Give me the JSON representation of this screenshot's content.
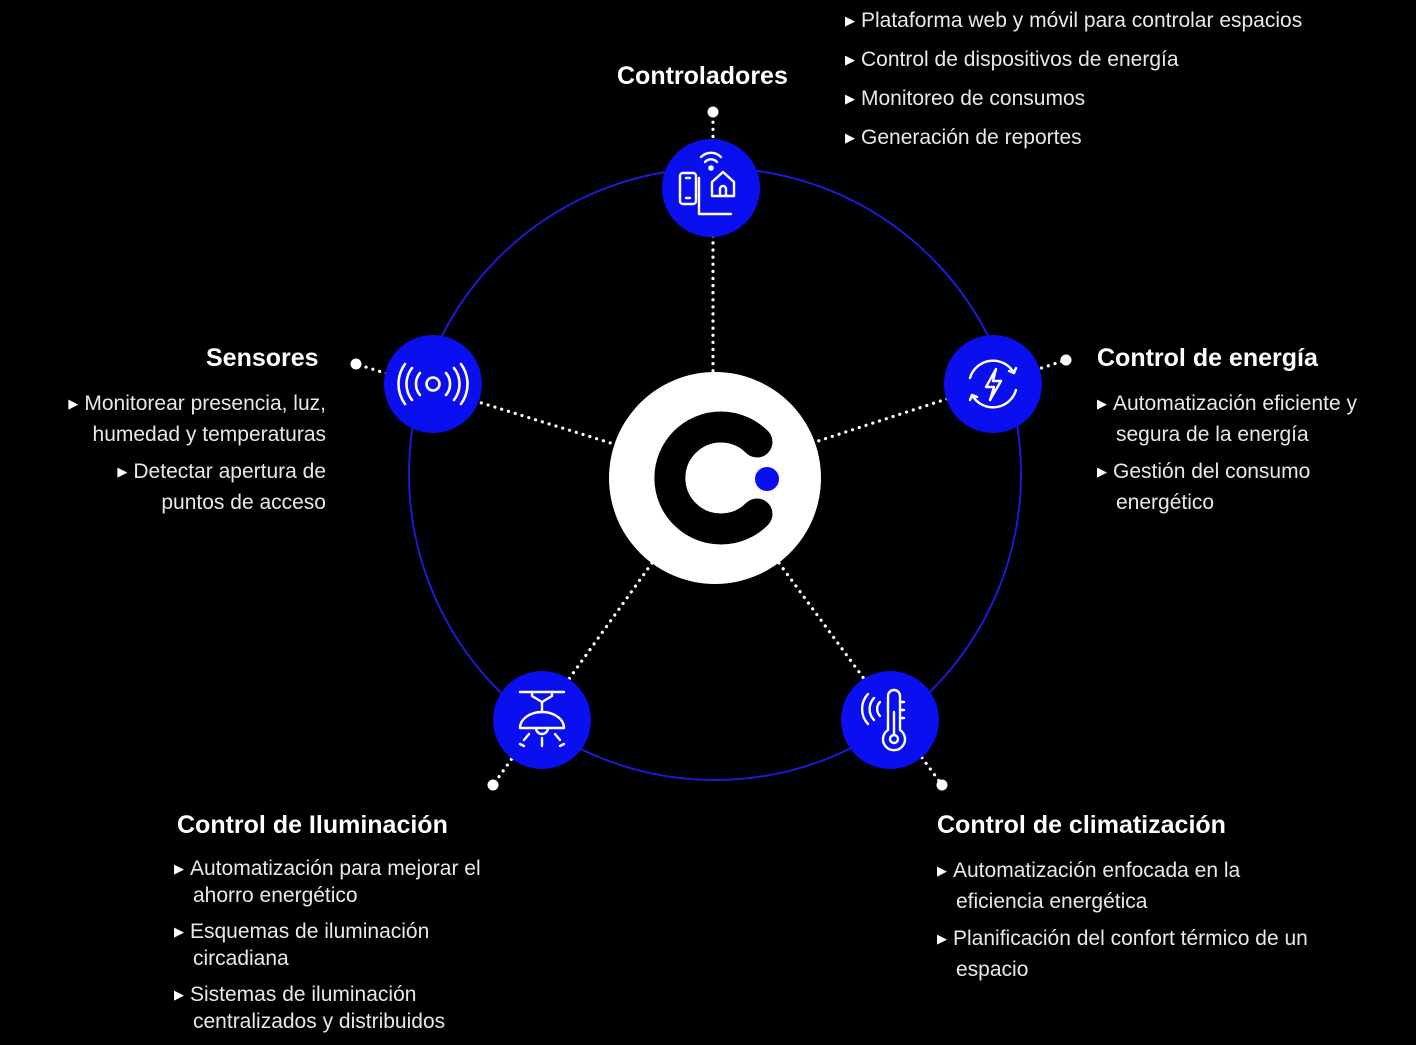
{
  "colors": {
    "background": "#000000",
    "accent": "#0a0ff0",
    "ring": "#1b1bd6",
    "hub": "#ffffff",
    "text": "#ffffff"
  },
  "hub": {
    "logo": "circle-c-logo"
  },
  "nodes": [
    {
      "id": "controladores",
      "icon": "smartphone-home-wifi-icon",
      "title": "Controladores",
      "bullets": [
        "Plataforma web y móvil para controlar espacios",
        "Control de dispositivos de energía",
        "Monitoreo de consumos",
        "Generación de reportes"
      ]
    },
    {
      "id": "energia",
      "icon": "energy-cycle-icon",
      "title": "Control de energía",
      "bullets": [
        "Automatización eficiente y segura de la energía",
        "Gestión del consumo energético"
      ]
    },
    {
      "id": "climatizacion",
      "icon": "thermometer-icon",
      "title": "Control de climatización",
      "bullets": [
        "Automatización enfocada en la eficiencia energética",
        "Planificación del confort térmico de un espacio"
      ]
    },
    {
      "id": "iluminacion",
      "icon": "ceiling-lamp-icon",
      "title": "Control de Iluminación",
      "bullets": [
        "Automatización para mejorar el ahorro energético",
        "Esquemas de iluminación circadiana",
        "Sistemas de iluminación centralizados y distribuidos"
      ]
    },
    {
      "id": "sensores",
      "icon": "sensor-signal-icon",
      "title": "Sensores",
      "bullets": [
        "Monitorear presencia, luz, humedad y temperaturas",
        "Detectar apertura de puntos de acceso"
      ]
    }
  ]
}
